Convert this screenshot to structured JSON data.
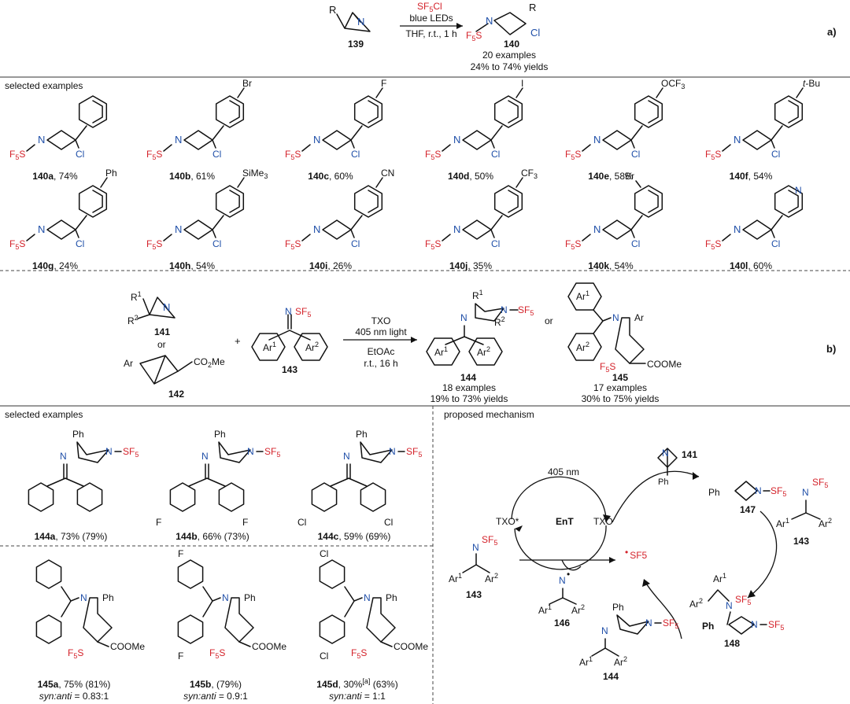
{
  "colors": {
    "sf5": "#d4232b",
    "heteroatom": "#1f4fa8",
    "bond": "#111111"
  },
  "part_a": {
    "reactant": {
      "r": "R",
      "n": "N",
      "label": "139"
    },
    "reagent": {
      "sf5cl_prefix": "SF",
      "sf5cl_sub": "5",
      "sf5cl_suffix": "Cl",
      "line1": "blue LEDs",
      "line2": "THF, r.t., 1 h"
    },
    "product": {
      "n": "N",
      "r": "R",
      "cl": "Cl",
      "sf5_prefix": "F",
      "sf5_sub": "5",
      "sf5_suffix": "S",
      "label": "140"
    },
    "examples": "20 examples",
    "yields": "24% to 74% yields",
    "tag": "a)"
  },
  "selected_examples_label": "selected examples",
  "examples_140": [
    {
      "id": "140a",
      "yield": ", 74%",
      "sub": ""
    },
    {
      "id": "140b",
      "yield": ", 61%",
      "sub": "Br"
    },
    {
      "id": "140c",
      "yield": ", 60%",
      "sub": "F"
    },
    {
      "id": "140d",
      "yield": ", 50%",
      "sub": "I"
    },
    {
      "id": "140e",
      "yield": ", 58%",
      "sub": "OCF3"
    },
    {
      "id": "140f",
      "yield": ", 54%",
      "sub": "t-Bu"
    },
    {
      "id": "140g",
      "yield": ", 24%",
      "sub": "Ph"
    },
    {
      "id": "140h",
      "yield": ", 54%",
      "sub": "SiMe3"
    },
    {
      "id": "140i",
      "yield": ", 26%",
      "sub": "CN"
    },
    {
      "id": "140j",
      "yield": ", 35%",
      "sub": "CF3"
    },
    {
      "id": "140k",
      "yield": ", 54%",
      "sub": "Br"
    },
    {
      "id": "140l",
      "yield": ", 60%",
      "sub": ""
    }
  ],
  "atoms": {
    "n": "N",
    "cl": "Cl",
    "f5s": "F5S",
    "or": "or",
    "plus": "+"
  },
  "part_b": {
    "r1": "R1",
    "r2": "R2",
    "label141": "141",
    "or": "or",
    "ar": "Ar",
    "co2me": "CO2Me",
    "label142": "142",
    "imine_sf5": "SF5",
    "ar1": "Ar1",
    "ar2": "Ar2",
    "label143": "143",
    "cond1": "TXO",
    "cond2": "405 nm light",
    "cond3": "EtOAc",
    "cond4": "r.t., 16 h",
    "label144": "144",
    "ex144": "18 examples",
    "y144": "19% to 73% yields",
    "label145": "145",
    "ex145": "17 examples",
    "y145": "30% to 75% yields",
    "coome": "COOMe",
    "tag": "b)"
  },
  "examples_144": [
    {
      "id": "144a",
      "yield": ", 73% (79%)",
      "sub": ""
    },
    {
      "id": "144b",
      "yield": ", 66% (73%)",
      "sub": "F"
    },
    {
      "id": "144c",
      "yield": ", 59% (69%)",
      "sub": "Cl"
    }
  ],
  "examples_145": [
    {
      "id": "145a",
      "yield": ", 75% (81%)",
      "ratio_label": "syn:anti",
      "ratio": " = 0.83:1",
      "sub": "",
      "note": ""
    },
    {
      "id": "145b",
      "yield": ", (79%)",
      "ratio_label": "syn:anti",
      "ratio": " = 0.9:1",
      "sub": "F",
      "note": ""
    },
    {
      "id": "145d",
      "yield": ", 30%",
      "ratio_label": "syn:anti",
      "ratio": " = 1:1",
      "sub": "Cl",
      "note": "[a]",
      "yield2": " (63%)"
    }
  ],
  "mechanism": {
    "title": "proposed mechanism",
    "light": "405 nm",
    "txo_star": "TXO*",
    "txo": "TXO",
    "ent": "EnT",
    "label141": "141",
    "label147": "147",
    "label143": "143",
    "label146": "146",
    "label148": "148",
    "label144": "144",
    "ph": "Ph",
    "sf5_radical": "SF5"
  }
}
